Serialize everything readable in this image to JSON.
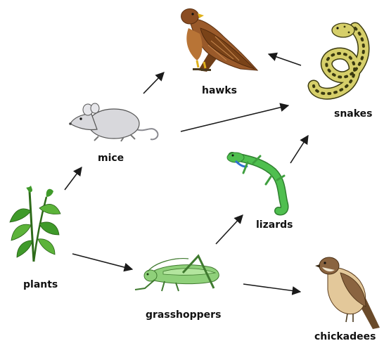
{
  "organisms": {
    "hawks": {
      "label": "hawks",
      "icon": "hawk-icon"
    },
    "snakes": {
      "label": "snakes",
      "icon": "snake-icon"
    },
    "mice": {
      "label": "mice",
      "icon": "mouse-icon"
    },
    "lizards": {
      "label": "lizards",
      "icon": "lizard-icon"
    },
    "plants": {
      "label": "plants",
      "icon": "plant-icon"
    },
    "grasshoppers": {
      "label": "grasshoppers",
      "icon": "grasshopper-icon"
    },
    "chickadees": {
      "label": "chickadees",
      "icon": "chickadee-icon"
    }
  },
  "links": [
    {
      "from": "plants",
      "to": "mice"
    },
    {
      "from": "plants",
      "to": "grasshoppers"
    },
    {
      "from": "mice",
      "to": "hawks"
    },
    {
      "from": "mice",
      "to": "snakes"
    },
    {
      "from": "grasshoppers",
      "to": "lizards"
    },
    {
      "from": "grasshoppers",
      "to": "chickadees"
    },
    {
      "from": "lizards",
      "to": "snakes"
    },
    {
      "from": "snakes",
      "to": "hawks"
    }
  ],
  "colors": {
    "arrow": "#1a1a1a",
    "hawk": "#9a5a2a",
    "snake": "#d6cf6a",
    "mouse": "#d8d8dc",
    "lizard": "#4fbf4f",
    "plant": "#3f9a2a",
    "grasshopper": "#8fd07a",
    "chickadee": "#8a6440"
  }
}
